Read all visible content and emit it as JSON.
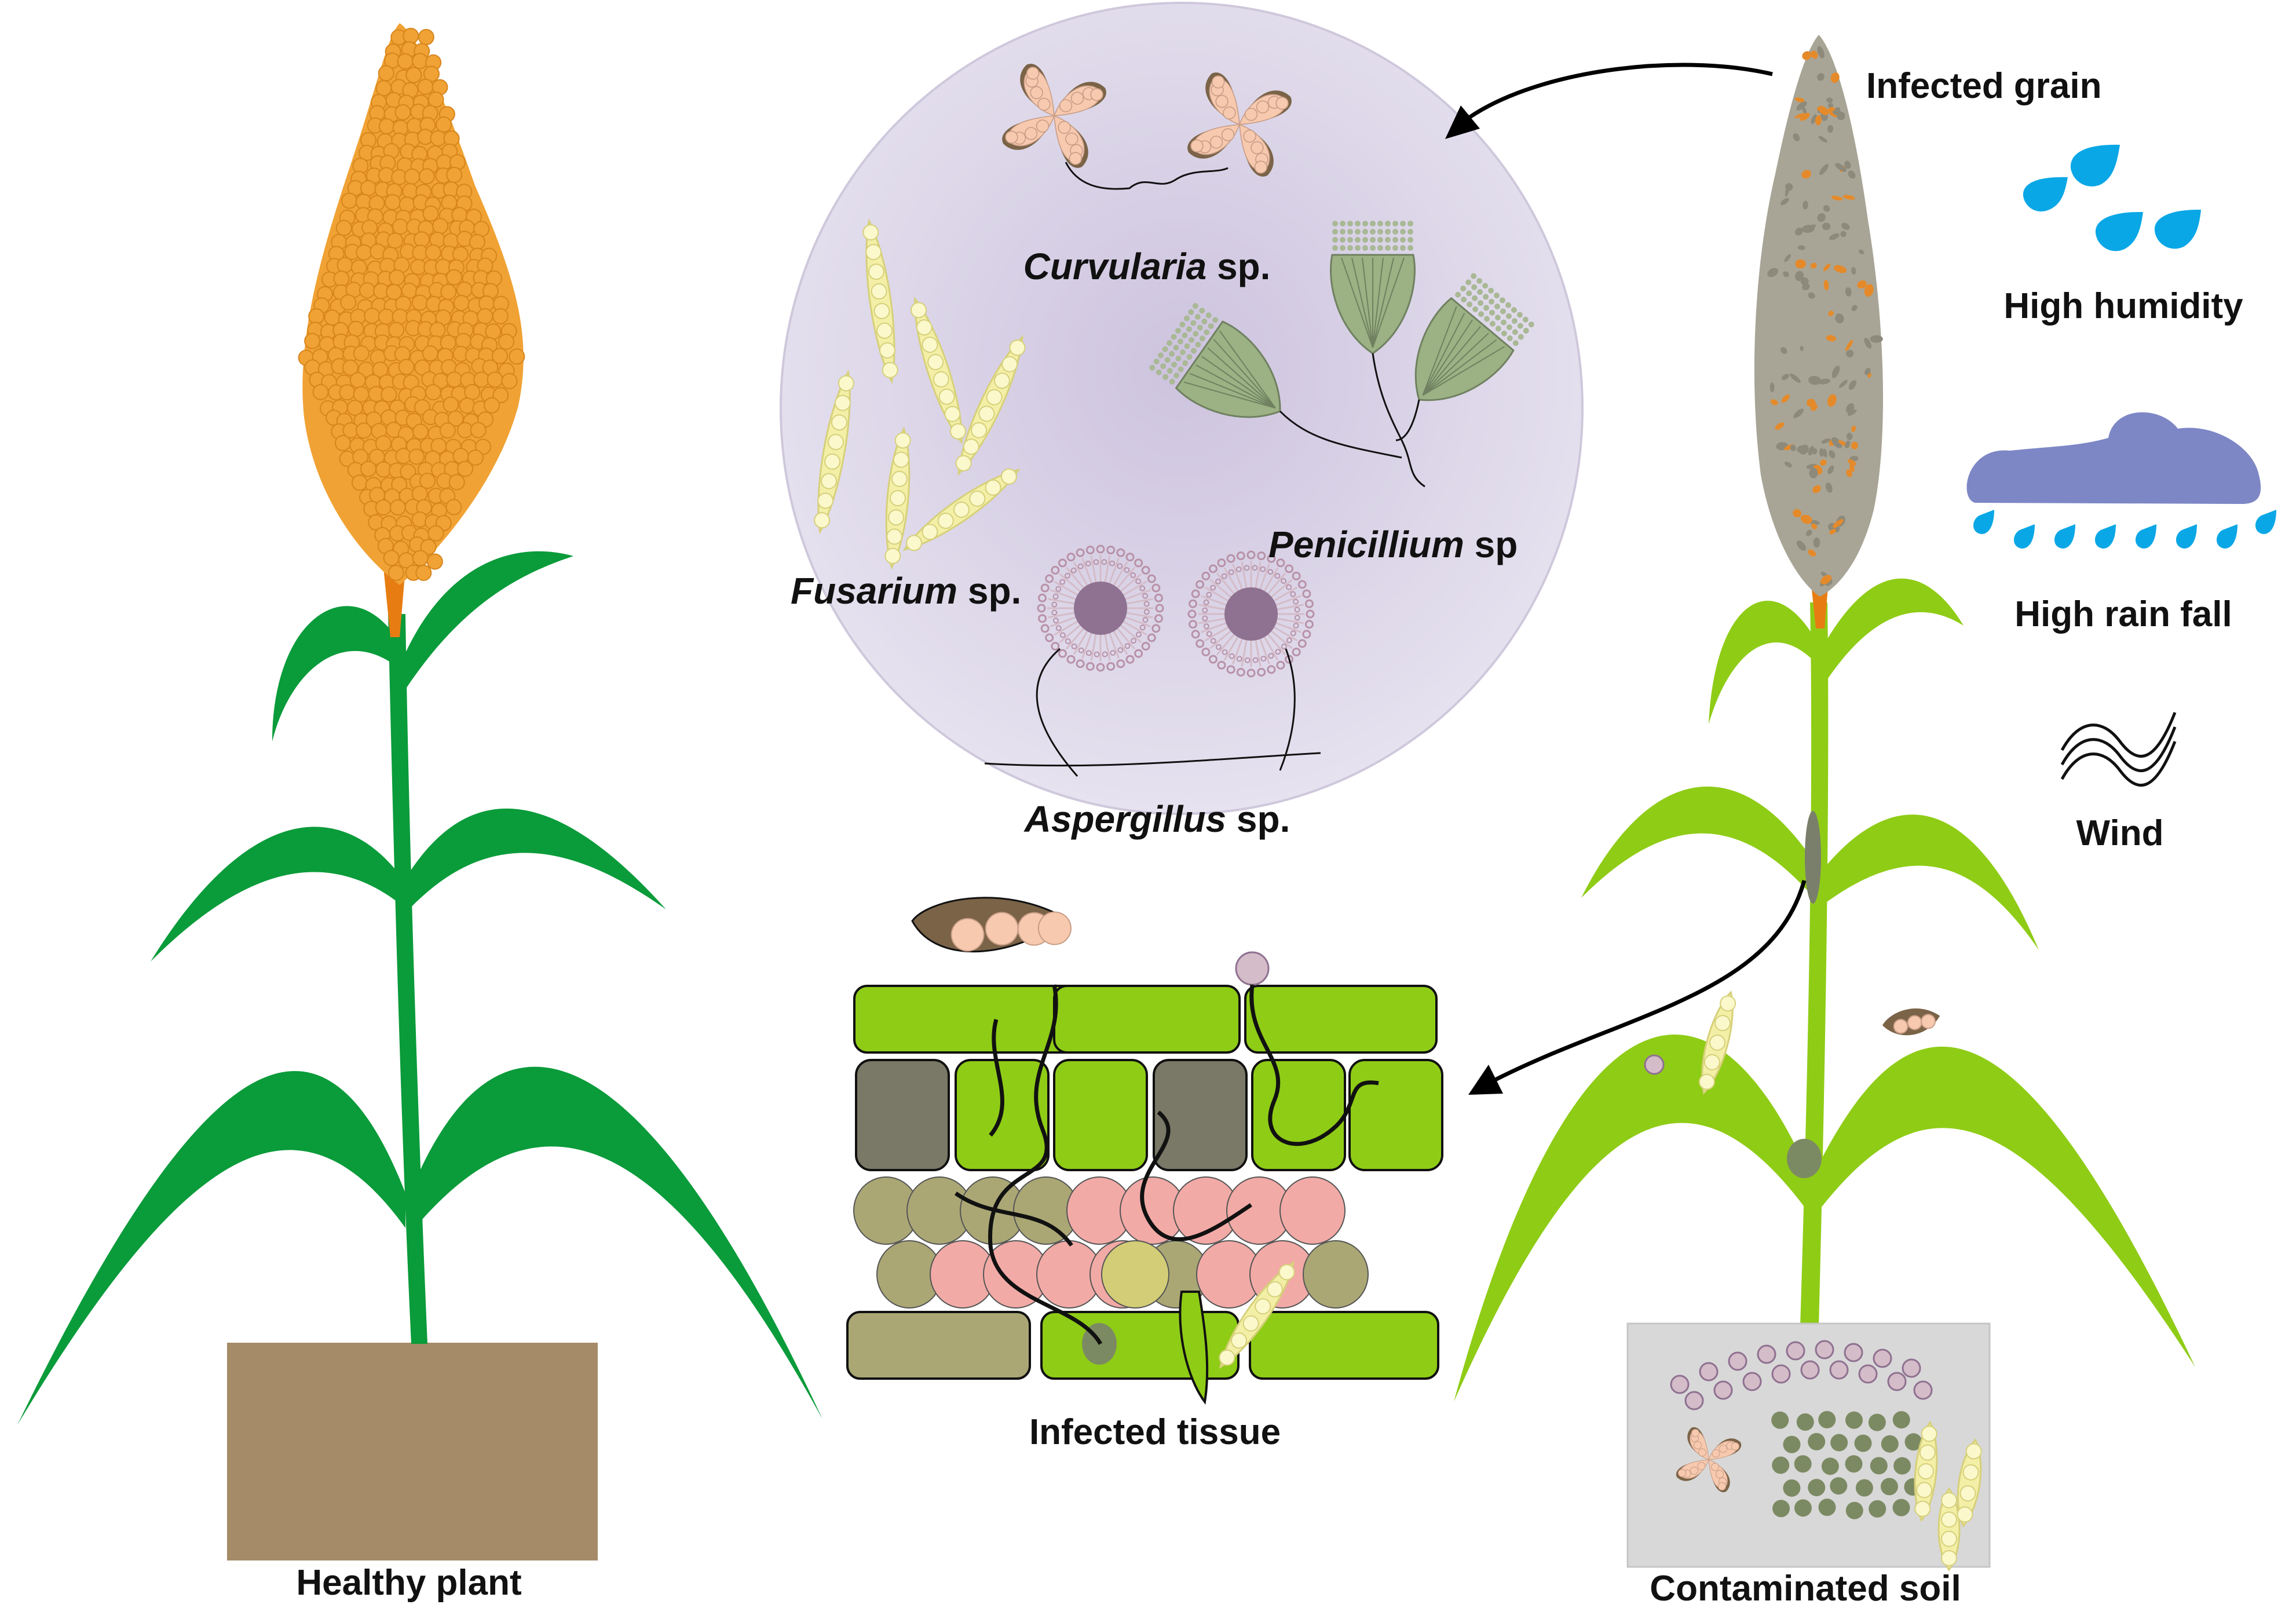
{
  "labels": {
    "healthy_plant": "Healthy plant",
    "contaminated_soil": "Contaminated soil",
    "infected_tissue": "Infected tissue",
    "infected_grain": "Infected grain",
    "high_humidity": "High humidity",
    "high_rain_fall": "High rain fall",
    "wind": "Wind"
  },
  "fungi": {
    "curvularia": {
      "genus": "Curvularia",
      "suffix": " sp."
    },
    "penicillium": {
      "genus": "Penicillium",
      "suffix": " sp"
    },
    "fusarium": {
      "genus": "Fusarium",
      "suffix": " sp."
    },
    "aspergillus": {
      "genus": "Aspergillus",
      "suffix": " sp."
    }
  },
  "colors": {
    "healthy_green": "#0a9b3a",
    "infected_green": "#8fcc16",
    "grain_orange": "#f0a234",
    "infected_panicle": "#a8a596",
    "soil_brown": "#a58b67",
    "soil_gray": "#d8d8d8",
    "circle_lavender": "#d9d3e6",
    "rain_blue": "#0aa7e6",
    "cloud_purple": "#7d87c6",
    "tissue_pink": "#f2aaa6",
    "tissue_olive": "#aaa775",
    "tissue_dark": "#7a7866",
    "spore_pink": "#f7c9ae",
    "spore_brown": "#7a6347",
    "fusarium_yellow": "#f6f3b0",
    "penicillium_green": "#9cb184",
    "aspergillus_purple": "#8f7191",
    "spore_mauve": "#d4bcc8"
  }
}
